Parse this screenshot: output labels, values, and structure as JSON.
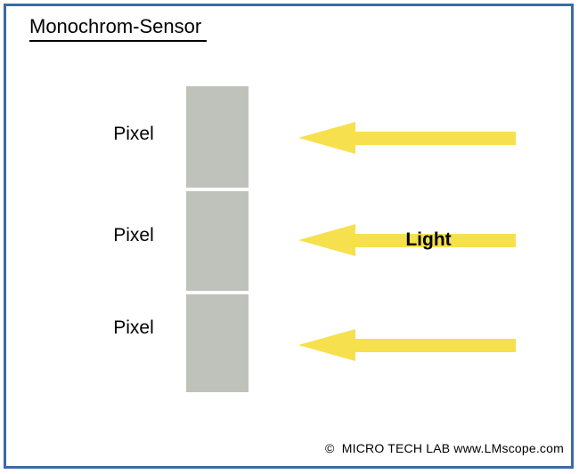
{
  "figure": {
    "title": "Monochrom-Sensor ",
    "border_color": "#3a6ba5",
    "background_color": "#ffffff"
  },
  "sensor": {
    "pixel_color": "#bfc2bb",
    "pixels": [
      {
        "label": "Pixel"
      },
      {
        "label": "Pixel"
      },
      {
        "label": "Pixel"
      }
    ]
  },
  "light": {
    "arrow_color": "#f7e04e",
    "direction": "left",
    "caption": "Light",
    "arrows": [
      {
        "name": "light-arrow-top"
      },
      {
        "name": "light-arrow-middle"
      },
      {
        "name": "light-arrow-bottom"
      }
    ]
  },
  "footer": {
    "credit": "©  MICRO TECH LAB www.LMscope.com"
  }
}
